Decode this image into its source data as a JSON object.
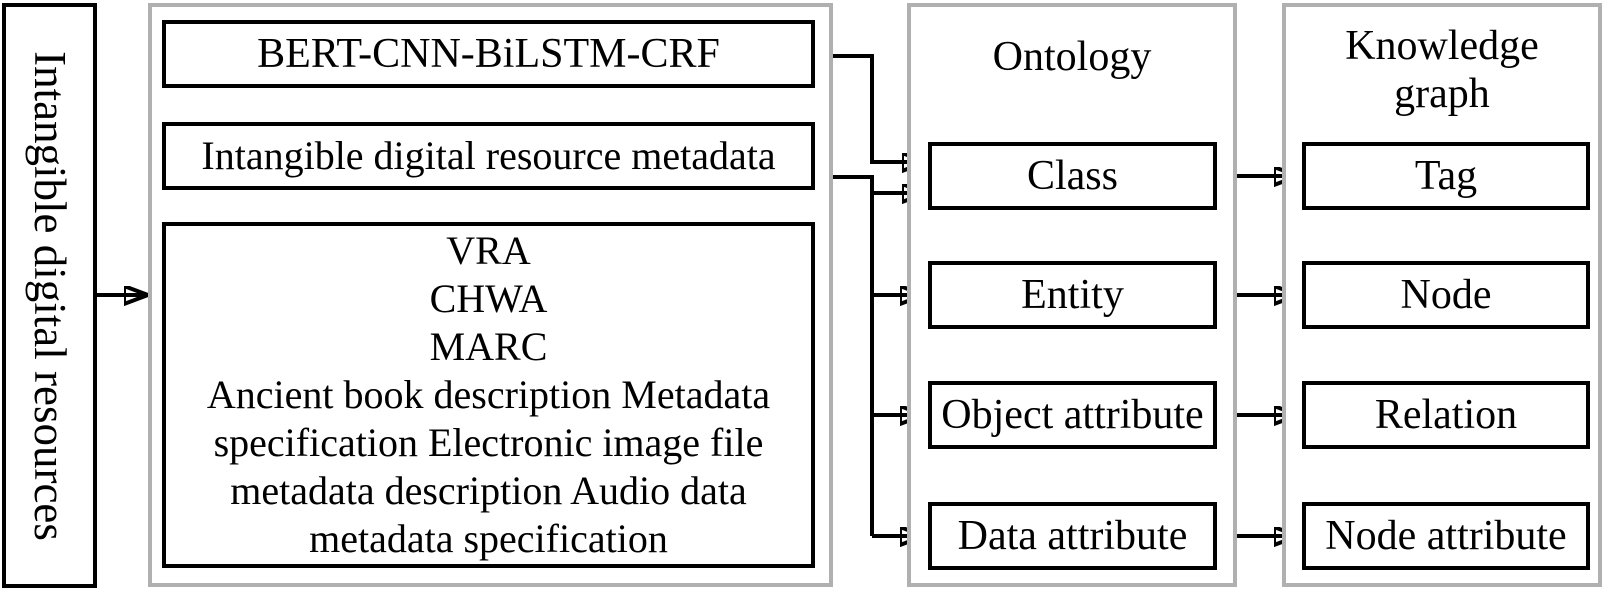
{
  "colors": {
    "line": "#000000",
    "panel_border": "#b0b0b0",
    "box_bg": "#ffffff",
    "page_bg": "#ffffff"
  },
  "source": {
    "label": "Intangible digital resources"
  },
  "pipeline": {
    "model_box": "BERT-CNN-BiLSTM-CRF",
    "metadata_box": "Intangible digital resource metadata",
    "standards_box_lines": [
      "VRA",
      "CHWA",
      "MARC",
      "Ancient book description Metadata",
      "specification Electronic image file",
      "metadata description Audio data",
      "metadata specification"
    ]
  },
  "ontology": {
    "title": "Ontology",
    "boxes": [
      {
        "label": "Class"
      },
      {
        "label": "Entity"
      },
      {
        "label": "Object attribute"
      },
      {
        "label": "Data attribute"
      }
    ]
  },
  "knowledge_graph": {
    "title_lines": [
      "Knowledge",
      "graph"
    ],
    "boxes": [
      {
        "label": "Tag"
      },
      {
        "label": "Node"
      },
      {
        "label": "Relation"
      },
      {
        "label": "Node attribute"
      }
    ]
  }
}
